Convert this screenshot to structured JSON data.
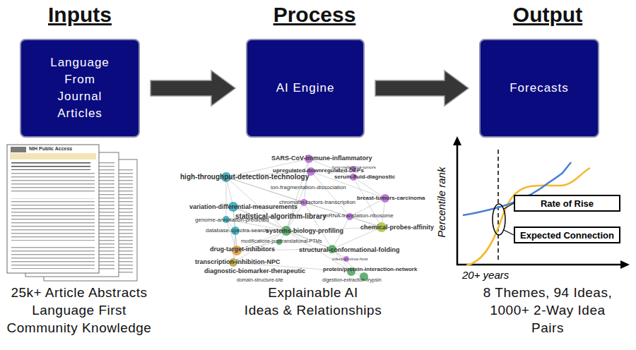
{
  "diagram": {
    "nodes": [
      {
        "text": [
          "Inputs",
          "Language From Journal Articles"
        ]
      },
      {
        "text": [
          "Process",
          "AI Engine"
        ]
      },
      {
        "text": [
          "Output",
          "Forecasts"
        ]
      },
      {
        "text": [
          "Rate of Rise"
        ]
      },
      {
        "text": [
          "Expected Connection"
        ]
      }
    ],
    "edges": [
      {
        "from": 0,
        "to": 1,
        "arrow": "to"
      },
      {
        "from": 1,
        "to": 2,
        "arrow": "to"
      }
    ],
    "labels": [
      "NIH Public Access",
      "SARS-CoV-immune-inflammatory",
      "upregulated-downregulated-DEPs",
      "lung-melanoma-tumors",
      "high-throughput-detection-technology",
      "serum-fluid-diagnostic",
      "ion-fragmentation-dissociation",
      "chromatin-factors-transcription",
      "breast-tumors-carcinoma",
      "variation-differential-measurements",
      "statistical-algorithm-library",
      "genome-annotation-predicted",
      "mRNA-translation-ribosome",
      "database-spectra-search",
      "systems-biology-profiling",
      "chemical-probes-affinity",
      "modifications-posttranslational-PTMs",
      "drug-target-inhibitors",
      "structural-conformational-folding",
      "transcription-inhibition-NPC",
      "infection-virus-host",
      "diagnostic-biomarker-therapeutic",
      "protein/protein-interaction-network",
      "domain-structure-site",
      "digestion-extraction-trypsin",
      "Percentile rank",
      "20+ years",
      "25k+ Article Abstracts",
      "Language First",
      "Community Knowledge",
      "Explainable AI",
      "Ideas & Relationships",
      "8 Themes, 94 Ideas,",
      "1000+ 2-Way Idea",
      "Pairs"
    ]
  }
}
